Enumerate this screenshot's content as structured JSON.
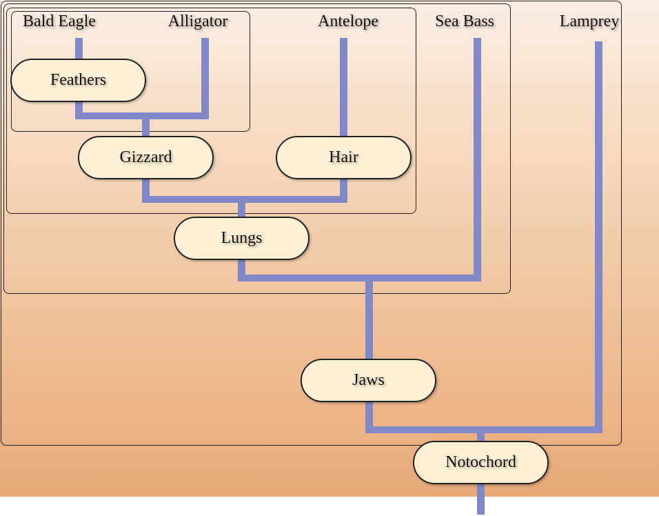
{
  "taxa": {
    "bald_eagle": "Bald Eagle",
    "alligator": "Alligator",
    "antelope": "Antelope",
    "sea_bass": "Sea Bass",
    "lamprey": "Lamprey"
  },
  "traits": {
    "feathers": "Feathers",
    "gizzard": "Gizzard",
    "hair": "Hair",
    "lungs": "Lungs",
    "jaws": "Jaws",
    "notochord": "Notochord"
  },
  "colors": {
    "branch": "#8088c8",
    "trait_fill": "#fdf0d6",
    "background_top": "#fbeee3",
    "background_bottom": "#e8a977"
  }
}
